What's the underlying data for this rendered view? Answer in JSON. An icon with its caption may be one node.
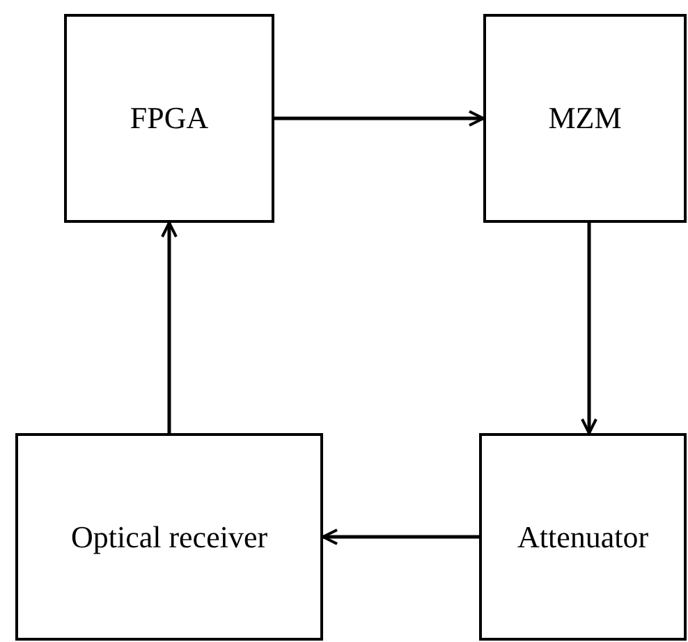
{
  "diagram": {
    "nodes": [
      {
        "text": [
          "FPGA"
        ]
      },
      {
        "text": [
          "MZM"
        ]
      },
      {
        "text": [
          "Optical receiver"
        ]
      },
      {
        "text": [
          "Attenuator"
        ]
      }
    ],
    "edges": [
      {
        "from": 0,
        "to": 1,
        "arrow": "to"
      },
      {
        "from": 1,
        "to": 3,
        "arrow": "to"
      },
      {
        "from": 3,
        "to": 2,
        "arrow": "to"
      },
      {
        "from": 2,
        "to": 0,
        "arrow": "to"
      }
    ]
  }
}
